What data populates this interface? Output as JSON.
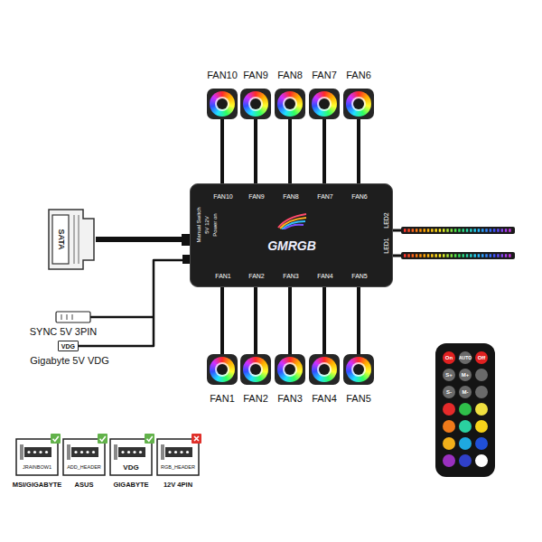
{
  "diagram": {
    "nodes": [
      {
        "text": [
          "FAN10"
        ]
      },
      {
        "text": [
          "FAN9"
        ]
      },
      {
        "text": [
          "FAN8"
        ]
      },
      {
        "text": [
          "FAN7"
        ]
      },
      {
        "text": [
          "FAN6"
        ]
      },
      {
        "text": [
          "SATA"
        ]
      },
      {
        "text": [
          "GMRGB",
          "FAN10",
          "FAN9",
          "FAN8",
          "FAN7",
          "FAN6",
          "Manual Switch",
          "5V 12V",
          "Power on",
          "LED2",
          "LED1",
          "FAN1",
          "FAN2",
          "FAN3",
          "FAN4",
          "FAN5"
        ]
      },
      {
        "text": [
          "VDG"
        ]
      },
      {
        "text": [
          "FAN1"
        ]
      },
      {
        "text": [
          "FAN2"
        ]
      },
      {
        "text": [
          "FAN3"
        ]
      },
      {
        "text": [
          "FAN4"
        ]
      },
      {
        "text": [
          "FAN5"
        ]
      },
      {
        "text": [
          "On",
          "AUTO",
          "Off",
          "S+",
          "M+",
          "S-",
          "M-"
        ]
      }
    ],
    "edges": [
      {
        "from": 6,
        "to": 0,
        "arrow": "none"
      },
      {
        "from": 6,
        "to": 1,
        "arrow": "none"
      },
      {
        "from": 6,
        "to": 2,
        "arrow": "none"
      },
      {
        "from": 6,
        "to": 3,
        "arrow": "none"
      },
      {
        "from": 6,
        "to": 4,
        "arrow": "none"
      },
      {
        "from": 6,
        "to": 8,
        "arrow": "none"
      },
      {
        "from": 6,
        "to": 9,
        "arrow": "none"
      },
      {
        "from": 6,
        "to": 10,
        "arrow": "none"
      },
      {
        "from": 6,
        "to": 11,
        "arrow": "none"
      },
      {
        "from": 6,
        "to": 12,
        "arrow": "none"
      },
      {
        "from": 5,
        "to": 6,
        "arrow": "none"
      },
      {
        "from": 6,
        "to": 7,
        "arrow": "none"
      }
    ],
    "labels": [
      "SYNC 5V 3PIN",
      "Gigabyte 5V VDG",
      "JRAINBOW1",
      "ADD_HEADER",
      "VDG",
      "RGB_HEADER",
      "MSI/GIGABYTE",
      "ASUS",
      "GIGABYTE",
      "12V 4PIN"
    ]
  }
}
